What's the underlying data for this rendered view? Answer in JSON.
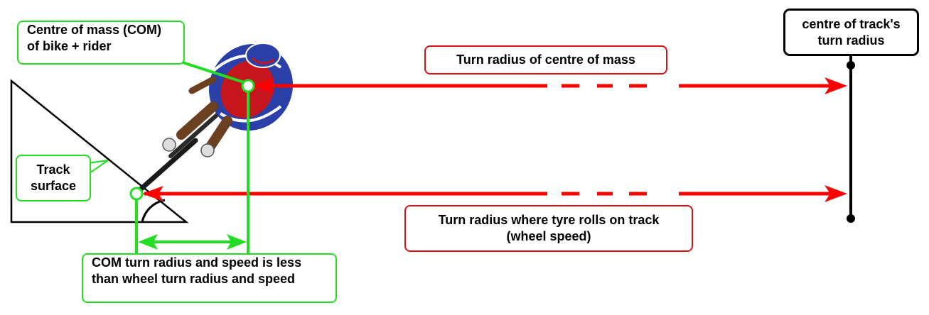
{
  "labels": {
    "com": {
      "line1": "Centre of mass (COM)",
      "line2": "of bike + rider"
    },
    "track_surface": {
      "line1": "Track",
      "line2": "surface"
    },
    "com_radius": "Turn radius of centre of mass",
    "tyre_radius": {
      "line1": "Turn radius where tyre rolls on track",
      "line2": "(wheel speed)"
    },
    "track_centre": {
      "line1": "centre of track's",
      "line2": "turn radius"
    },
    "comparison": {
      "line1": "COM turn radius and speed is less",
      "line2": "than wheel turn radius and speed"
    }
  },
  "colors": {
    "red": "#ff0000",
    "green": "#22dd22",
    "black": "#000000",
    "jersey_blue": "#2b3fa8",
    "jersey_red": "#c4161c"
  },
  "icons": {
    "cyclist": "cyclist-top-down-figure"
  }
}
